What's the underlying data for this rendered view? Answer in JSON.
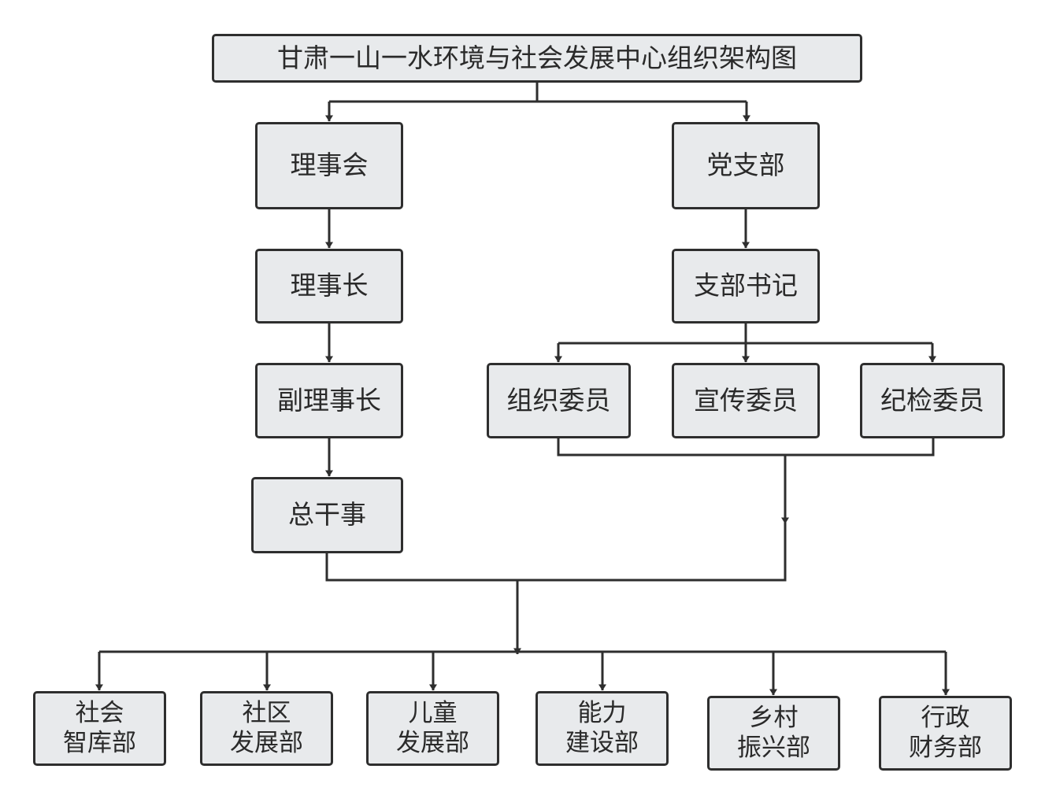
{
  "title": "甘肃一山一水环境与社会发展中心组织架构图",
  "council": {
    "board": "理事会",
    "chair": "理事长",
    "vice_chair": "副理事长",
    "secretary_general": "总干事"
  },
  "party": {
    "branch": "党支部",
    "secretary": "支部书记",
    "members": [
      "组织委员",
      "宣传委员",
      "纪检委员"
    ]
  },
  "departments": [
    {
      "line1": "社会",
      "line2": "智库部"
    },
    {
      "line1": "社区",
      "line2": "发展部"
    },
    {
      "line1": "儿童",
      "line2": "发展部"
    },
    {
      "line1": "能力",
      "line2": "建设部"
    },
    {
      "line1": "乡村",
      "line2": "振兴部"
    },
    {
      "line1": "行政",
      "line2": "财务部"
    }
  ],
  "colors": {
    "box_fill": "#e8eaec",
    "line": "#2e2e2e",
    "text": "#2a2a2a"
  }
}
